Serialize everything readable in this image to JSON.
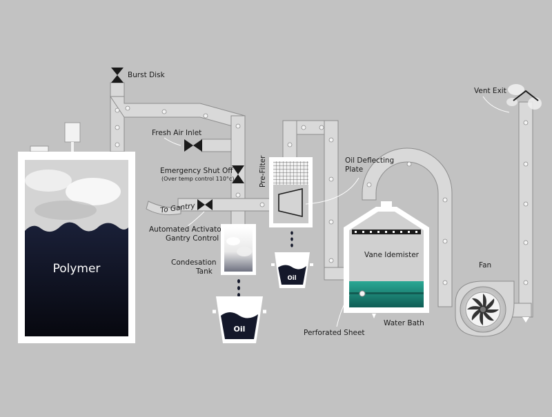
{
  "labels": {
    "burst_disk": "Burst Disk",
    "fresh_air_inlet": "Fresh Air Inlet",
    "emergency_shut_off": "Emergency Shut Off",
    "emergency_note": "(Over temp control 110°c)",
    "to_gantry": "To Gantry",
    "activator_line1": "Automated Activator",
    "activator_line2": "Gantry Control",
    "condensation_line1": "Condesation",
    "condensation_line2": "Tank",
    "pre_filter": "Pre-Filter",
    "oil_deflecting_line1": "Oil Deflecting",
    "oil_deflecting_line2": "Plate",
    "vane_idemister": "Vane Idemister",
    "water_bath": "Water Bath",
    "perforated_sheet": "Perforated Sheet",
    "fan": "Fan",
    "vent_exit": "Vent Exit",
    "polymer": "Polymer",
    "oil_large": "Oil",
    "oil_small": "Oil"
  },
  "colors": {
    "background": "#c2c2c2",
    "tank_frame": "#ffffff",
    "polymer_fill": "#0d0f1f",
    "water": "#1f8f80",
    "pipe": "#d9d9d9"
  },
  "icons": [
    "valve-icon",
    "fan-icon",
    "droplet-icon",
    "mesh-icon",
    "vent-cap-icon"
  ]
}
